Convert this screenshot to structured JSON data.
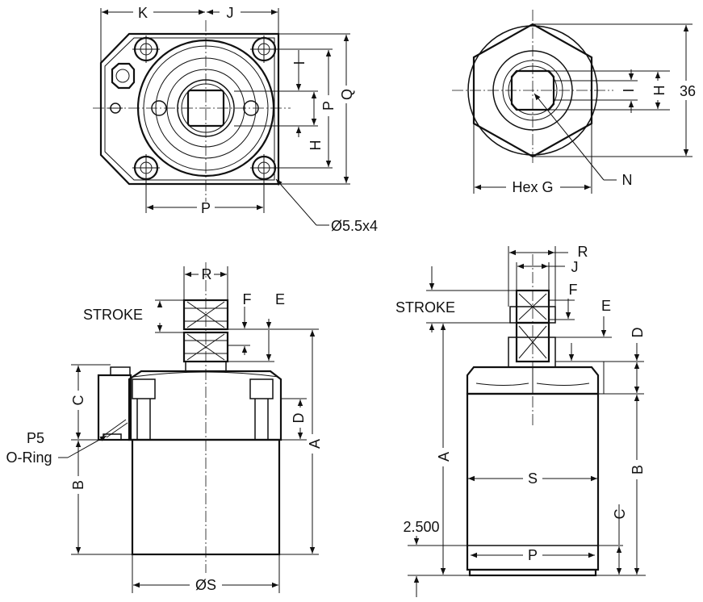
{
  "labels": {
    "k": "K",
    "j": "J",
    "i": "I",
    "p": "P",
    "q": "Q",
    "h": "H",
    "hole": "Ø5.5x4",
    "hex_g": "Hex G",
    "n": "N",
    "dim_36": "36",
    "r": "R",
    "stroke": "STROKE",
    "f": "F",
    "e": "E",
    "c": "C",
    "d": "D",
    "a": "A",
    "b": "B",
    "p5": "P5",
    "oring": "O-Ring",
    "os": "ØS",
    "s": "S",
    "dim_2500": "2.500"
  }
}
